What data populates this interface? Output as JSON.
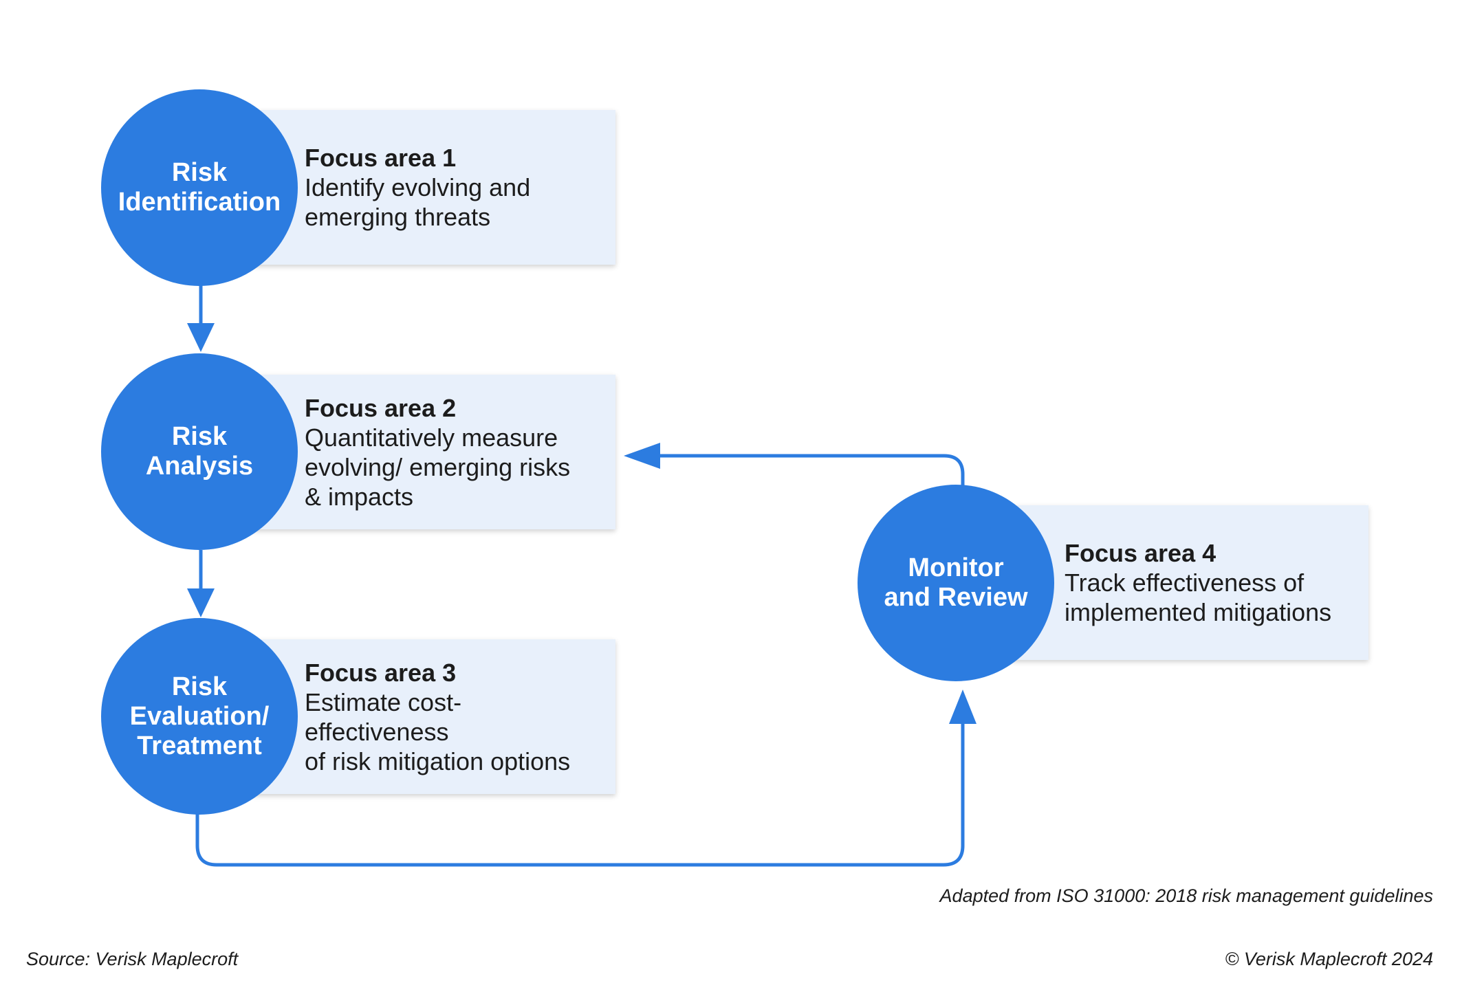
{
  "colors": {
    "accent": "#2c7ce0",
    "card_background": "#e8f0fb",
    "text": "#1c1c1c"
  },
  "steps": [
    {
      "circle_label": "Risk\nIdentification",
      "focus_title": "Focus area 1",
      "focus_desc": "Identify evolving and\nemerging threats"
    },
    {
      "circle_label": "Risk\nAnalysis",
      "focus_title": "Focus area 2",
      "focus_desc": "Quantitatively measure\nevolving/ emerging risks\n& impacts"
    },
    {
      "circle_label": "Risk\nEvaluation/\nTreatment",
      "focus_title": "Focus area 3",
      "focus_desc": "Estimate cost-effectiveness\nof risk mitigation options"
    },
    {
      "circle_label": "Monitor\nand Review",
      "focus_title": "Focus area 4",
      "focus_desc": "Track effectiveness of\nimplemented mitigations"
    }
  ],
  "footer": {
    "adapted_note": "Adapted from ISO 31000: 2018 risk management guidelines",
    "source": "Source: Verisk Maplecroft",
    "copyright": "© Verisk Maplecroft 2024"
  }
}
